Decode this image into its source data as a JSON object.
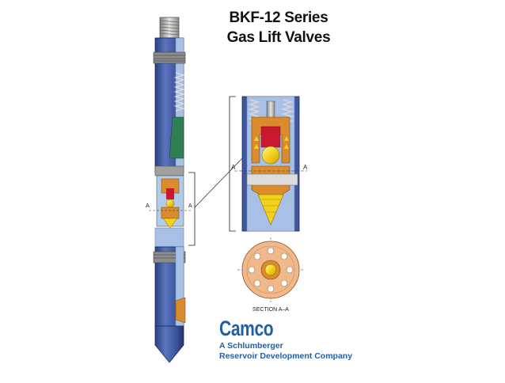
{
  "title": {
    "line1": "BKF-12 Series",
    "line2": "Gas Lift Valves"
  },
  "labels": {
    "section_marker": "A",
    "section_caption": "SECTION A–A"
  },
  "brand": {
    "name": "Camco",
    "tagline1": "A Schlumberger",
    "tagline2": "Reservoir Development Company"
  },
  "colors": {
    "steel_blue": "#3f58a0",
    "light_blue": "#a9c0e6",
    "orange": "#d98b2e",
    "red": "#c8192e",
    "yellow": "#f3d21c",
    "green": "#2f7f55",
    "gray": "#b9b9b9",
    "brand_blue": "#1f5fa8"
  }
}
